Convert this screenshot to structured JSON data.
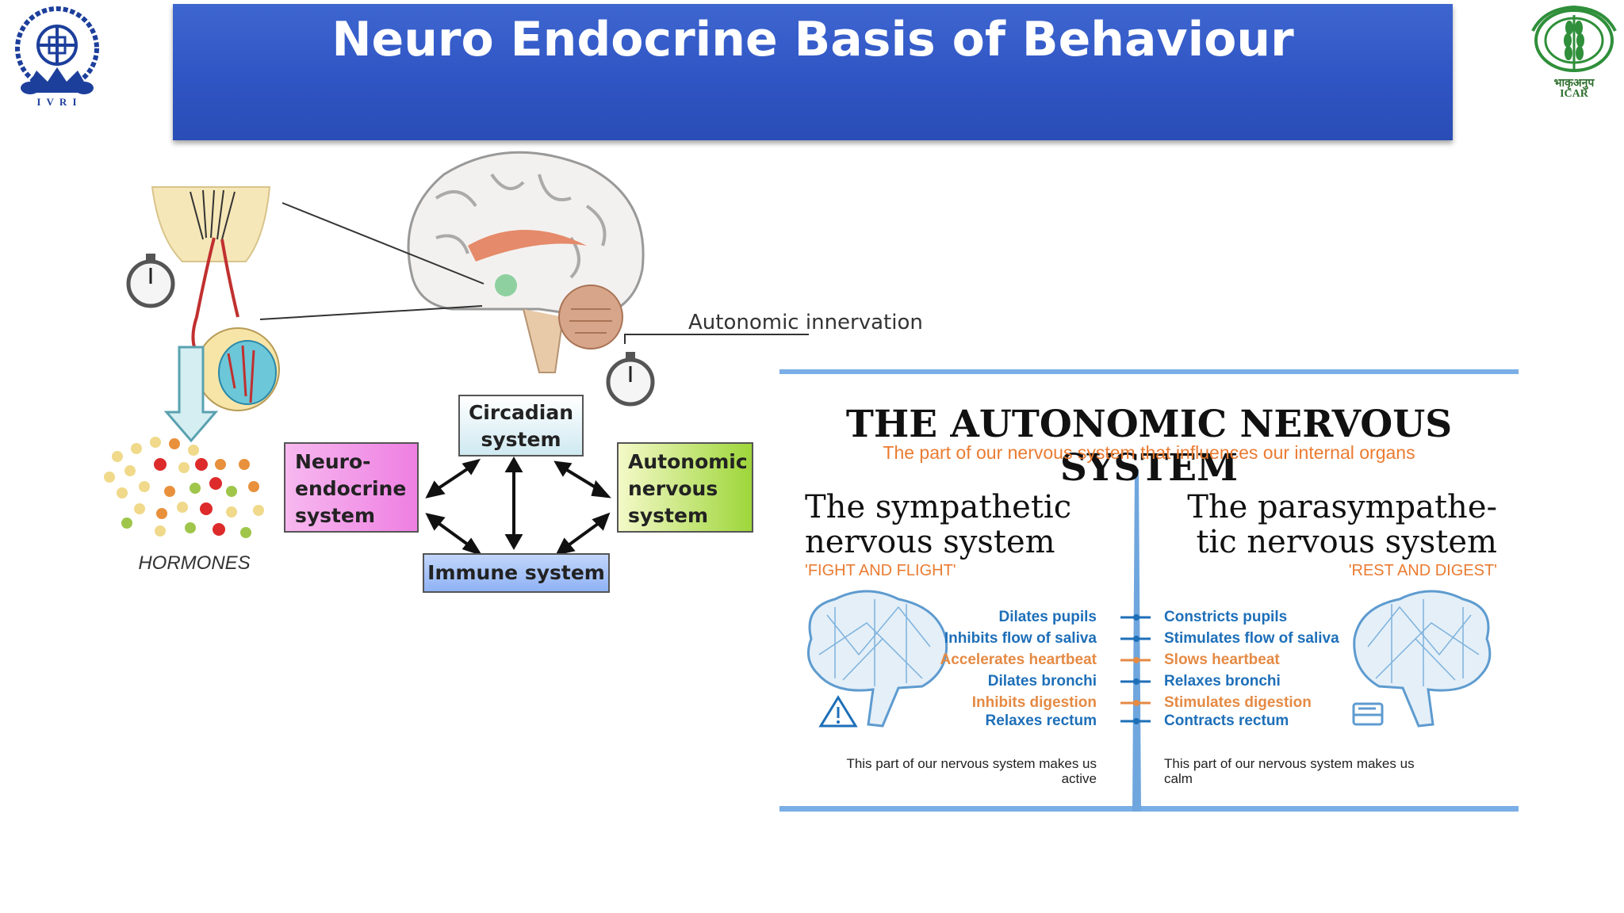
{
  "slide": {
    "title": "Neuro Endocrine Basis of Behaviour"
  },
  "logos": {
    "left": {
      "caption": "I V R I",
      "icon": "ivri-emblem-icon"
    },
    "right": {
      "caption_hindi": "भाकृअनुप",
      "caption": "ICAR",
      "icon": "icar-wheat-logo-icon"
    }
  },
  "diagram": {
    "innervation_label": "Autonomic innervation",
    "hormones_label": "HORMONES",
    "circadian": {
      "line1": "Circadian",
      "line2": "system"
    },
    "neuroendocrine": {
      "line1": "Neuro-",
      "line2": "endocrine",
      "line3": "system"
    },
    "autonomic": {
      "line1": "Autonomic",
      "line2": "nervous",
      "line3": "system"
    },
    "immune": "Immune system",
    "colors": {
      "neuro": "#ee7fe2",
      "autonomic": "#9ed63a",
      "circadian": "#cfe9f1",
      "immune": "#8fb2f4"
    }
  },
  "infographic": {
    "title": "THE AUTONOMIC NERVOUS SYSTEM",
    "subtitle": "The part of our nervous system that influences our internal organs",
    "sympathetic": {
      "title_line1": "The sympathetic",
      "title_line2": "nervous system",
      "motto": "'FIGHT AND FLIGHT'",
      "effects": [
        {
          "text": "Dilates pupils",
          "color": "blue"
        },
        {
          "text": "Inhibits flow of saliva",
          "color": "blue"
        },
        {
          "text": "Accelerates heartbeat",
          "color": "orange"
        },
        {
          "text": "Dilates bronchi",
          "color": "blue"
        },
        {
          "text": "Inhibits digestion",
          "color": "orange"
        },
        {
          "text": "Relaxes rectum",
          "color": "blue"
        }
      ],
      "footer_line1": "This part of our nervous system makes us",
      "footer_line2": "active"
    },
    "parasympathetic": {
      "title_line1": "The parasympathe-",
      "title_line2": "tic nervous system",
      "motto": "'REST AND DIGEST'",
      "effects": [
        {
          "text": "Constricts pupils",
          "color": "blue"
        },
        {
          "text": "Stimulates flow of saliva",
          "color": "blue"
        },
        {
          "text": "Slows heartbeat",
          "color": "orange"
        },
        {
          "text": "Relaxes bronchi",
          "color": "blue"
        },
        {
          "text": "Stimulates digestion",
          "color": "orange"
        },
        {
          "text": "Contracts rectum",
          "color": "blue"
        }
      ],
      "footer_line1": "This part of our nervous system makes us",
      "footer_line2": "calm"
    },
    "colors": {
      "accent_blue": "#1e6fb8",
      "accent_orange": "#ea7b31",
      "frame_blue": "#7aaee6"
    }
  }
}
